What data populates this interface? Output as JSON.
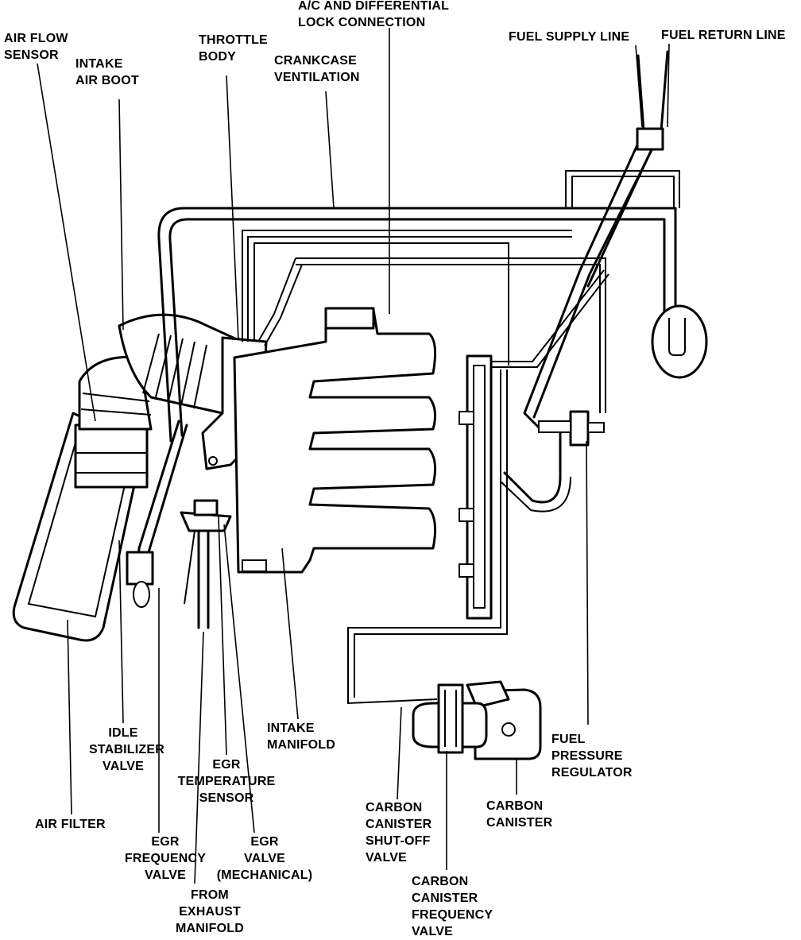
{
  "labels": {
    "air_flow_sensor": [
      "AIR FLOW",
      "SENSOR"
    ],
    "intake_air_boot": [
      "INTAKE",
      "AIR BOOT"
    ],
    "throttle_body": [
      "THROTTLE",
      "BODY"
    ],
    "crankcase_ventilation": [
      "CRANKCASE",
      "VENTILATION"
    ],
    "ac_differential_lock": [
      "A/C AND DIFFERENTIAL",
      "LOCK CONNECTION"
    ],
    "fuel_supply_line": [
      "FUEL SUPPLY LINE"
    ],
    "fuel_return_line": [
      "FUEL RETURN LINE"
    ],
    "idle_stabilizer_valve": [
      "IDLE",
      "STABILIZER",
      "VALVE"
    ],
    "intake_manifold": [
      "INTAKE",
      "MANIFOLD"
    ],
    "egr_temperature_sensor": [
      "EGR",
      "TEMPERATURE",
      "SENSOR"
    ],
    "air_filter": [
      "AIR FILTER"
    ],
    "egr_frequency_valve": [
      "EGR",
      "FREQUENCY",
      "VALVE"
    ],
    "egr_valve_mechanical": [
      "EGR",
      "VALVE",
      "(MECHANICAL)"
    ],
    "from_exhaust_manifold": [
      "FROM",
      "EXHAUST",
      "MANIFOLD"
    ],
    "fuel_pressure_regulator": [
      "FUEL",
      "PRESSURE",
      "REGULATOR"
    ],
    "carbon_canister": [
      "CARBON",
      "CANISTER"
    ],
    "carbon_canister_shutoff_valve": [
      "CARBON",
      "CANISTER",
      "SHUT-OFF",
      "VALVE"
    ],
    "carbon_canister_frequency_valve": [
      "CARBON",
      "CANISTER",
      "FREQUENCY",
      "VALVE"
    ]
  }
}
